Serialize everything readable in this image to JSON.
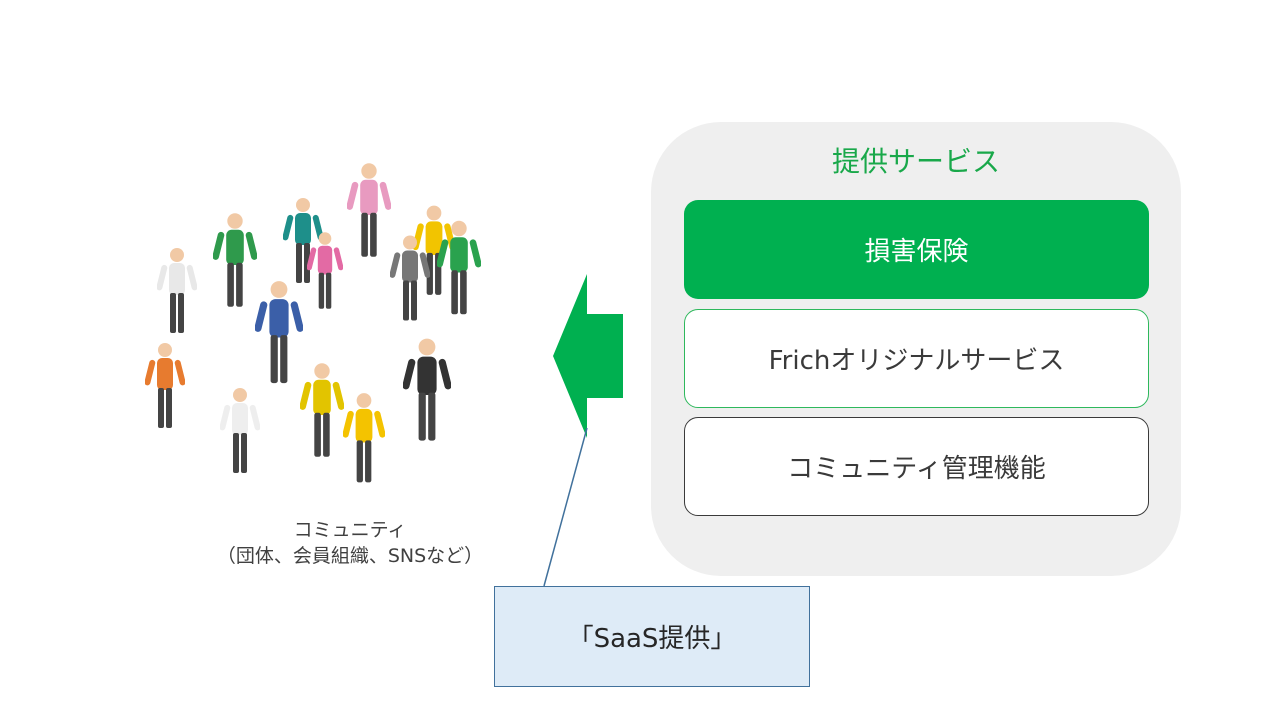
{
  "community": {
    "line1": "コミュニティ",
    "line2": "（団体、会員組織、SNSなど）"
  },
  "services": {
    "title": "提供サービス",
    "items": [
      {
        "label": "損害保険"
      },
      {
        "label": "Frichオリジナルサービス"
      },
      {
        "label": "コミュニティ管理機能"
      }
    ]
  },
  "saas": {
    "label": "「SaaS提供」"
  },
  "colors": {
    "accent_green": "#00b050",
    "title_green": "#19a84a",
    "panel_bg": "#efefef",
    "saas_fill": "#deebf7",
    "saas_border": "#41719c"
  }
}
